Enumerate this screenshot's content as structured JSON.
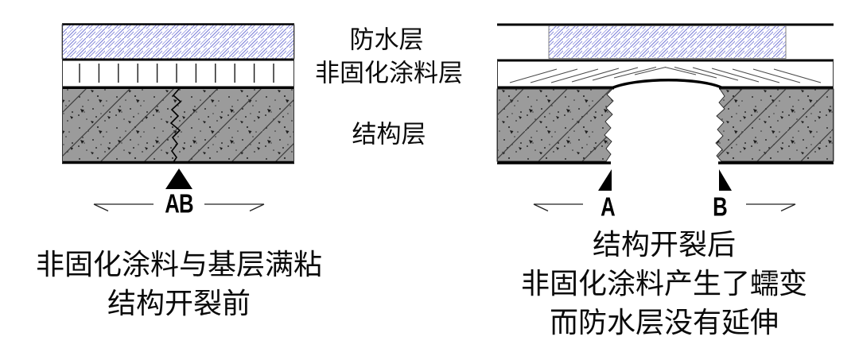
{
  "diagram": {
    "layer_labels": {
      "waterproof": "防水层",
      "coating": "非固化涂料层",
      "structure": "结构层"
    },
    "left": {
      "marker": "AB",
      "caption_line1": "非固化涂料与基层满粘",
      "caption_line2": "结构开裂前"
    },
    "right": {
      "marker_a": "A",
      "marker_b": "B",
      "caption_line1": "结构开裂后",
      "caption_line2": "非固化涂料产生了蠕变",
      "caption_line3": "而防水层没有延伸"
    },
    "colors": {
      "hatch_blue": "#7b7fd8",
      "concrete_gray": "#9b9b9b",
      "ink": "#000000"
    }
  }
}
